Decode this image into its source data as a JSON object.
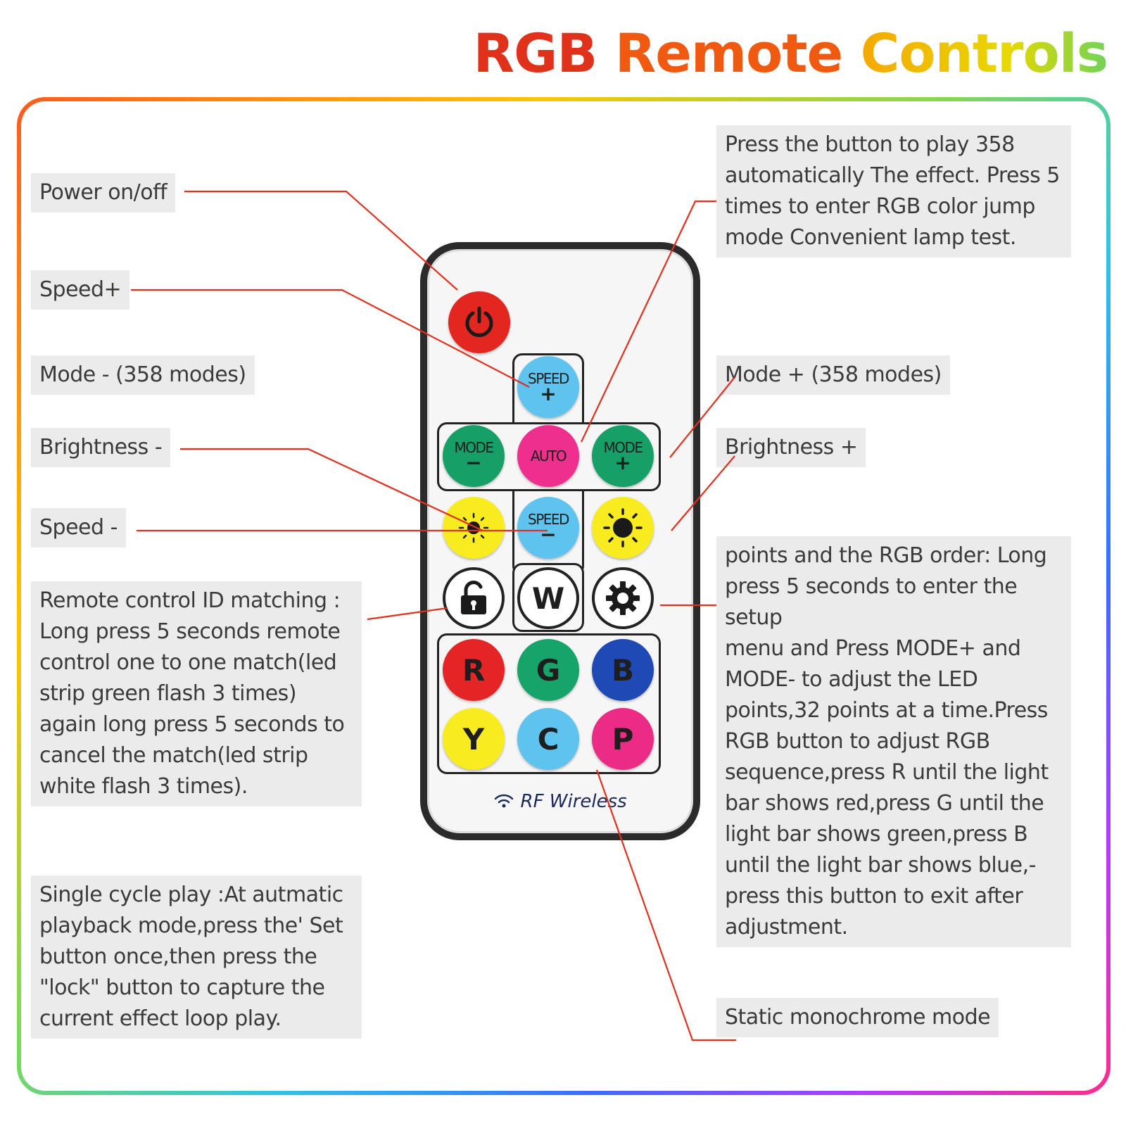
{
  "title": {
    "words": [
      {
        "text": "RGB",
        "color": "#e0321a"
      },
      {
        "text": "Remote",
        "color": "#f05a10"
      },
      {
        "text": "Controls",
        "color": "#f5a800"
      }
    ]
  },
  "labels": {
    "power": "Power on/off",
    "speed_plus": "Speed+",
    "mode_minus": "Mode - (358 modes)",
    "brightness_minus": "Brightness -",
    "speed_minus": "Speed -",
    "id_matching": "Remote control ID matching : Long press 5 seconds remote control one to one match(led strip green flash 3 times) again long press 5 seconds to cancel the match(led strip white flash 3 times).",
    "single_cycle": "Single cycle play :At autmatic playback mode,press the' Set button once,then press the \"lock\"  button to capture the current effect loop play.",
    "auto": "Press the button to play 358 automatically The effect. Press 5 times to enter RGB color jump mode Convenient lamp test.",
    "mode_plus": "Mode + (358 modes)",
    "brightness_plus": "Brightness +",
    "setup": "points and the RGB order: Long press 5 seconds to enter the setup\nmenu and Press MODE+ and MODE- to adjust the LED points,32 points at a time.Press RGB button to adjust RGB sequence,press R until the light bar shows red,press G until the light bar shows green,press B until the light bar shows blue,-press this button to exit after adjustment.",
    "static": "Static monochrome mode"
  },
  "remote": {
    "speed_plus": {
      "top": "SPEED",
      "bottom": "+",
      "color": "#5ec3ee"
    },
    "mode_minus": {
      "top": "MODE",
      "bottom": "−",
      "color": "#16a068"
    },
    "auto": {
      "top": "AUTO",
      "color": "#ef2f8d"
    },
    "mode_plus": {
      "top": "MODE",
      "bottom": "+",
      "color": "#16a068"
    },
    "bright_minus": {
      "icon": "sun-small-icon",
      "color": "#f8ec20"
    },
    "speed_minus": {
      "top": "SPEED",
      "bottom": "−",
      "color": "#5ec3ee"
    },
    "bright_plus": {
      "icon": "sun-large-icon",
      "color": "#f8ec20"
    },
    "lock": {
      "icon": "lock-icon"
    },
    "white": {
      "letter": "W"
    },
    "setup": {
      "icon": "gear-icon"
    },
    "r": {
      "letter": "R",
      "color": "#e52425"
    },
    "g": {
      "letter": "G",
      "color": "#17a46a"
    },
    "b": {
      "letter": "B",
      "color": "#1f49b4"
    },
    "y": {
      "letter": "Y",
      "color": "#f8ec20"
    },
    "c": {
      "letter": "C",
      "color": "#5ec3ee"
    },
    "p": {
      "letter": "P",
      "color": "#ec2b86"
    },
    "power": {
      "icon": "power-icon",
      "color": "#e3261f"
    },
    "footer": "RF Wireless"
  },
  "colors": {
    "leader": "#e0301e",
    "label_bg": "#ebebeb"
  }
}
